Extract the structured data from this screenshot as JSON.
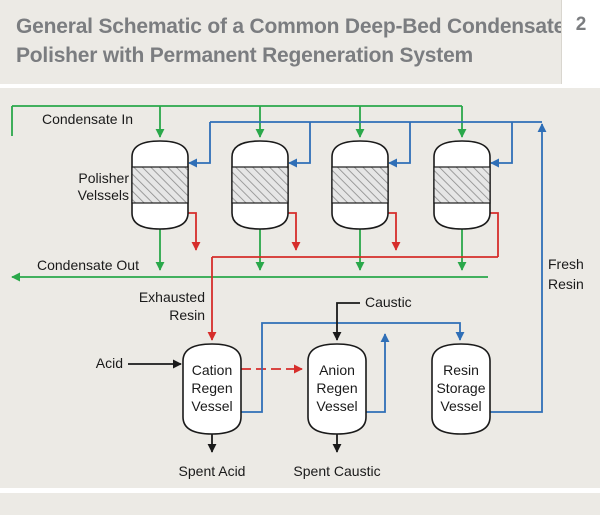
{
  "header": {
    "title_line1": "General Schematic of a Common Deep-Bed Condensate",
    "title_line2": "Polisher with Permanent Regeneration System",
    "figure_number": "2"
  },
  "labels": {
    "condensate_in": "Condensate In",
    "polisher_line1": "Polisher",
    "polisher_line2": "Velssels",
    "condensate_out": "Condensate Out",
    "exhausted_line1": "Exhausted",
    "exhausted_line2": "Resin",
    "fresh_line1": "Fresh",
    "fresh_line2": "Resin",
    "caustic": "Caustic",
    "acid": "Acid",
    "spent_acid": "Spent Acid",
    "spent_caustic": "Spent Caustic"
  },
  "vessels": {
    "cation": [
      "Cation",
      "Regen",
      "Vessel"
    ],
    "anion": [
      "Anion",
      "Regen",
      "Vessel"
    ],
    "storage": [
      "Resin",
      "Storage",
      "Vessel"
    ]
  },
  "colors": {
    "green": "#2aa84a",
    "blue": "#2f6fb7",
    "red": "#d62e2b",
    "black": "#1a1a1a",
    "panel": "#eceae5",
    "title_gray": "#7b7d80"
  }
}
